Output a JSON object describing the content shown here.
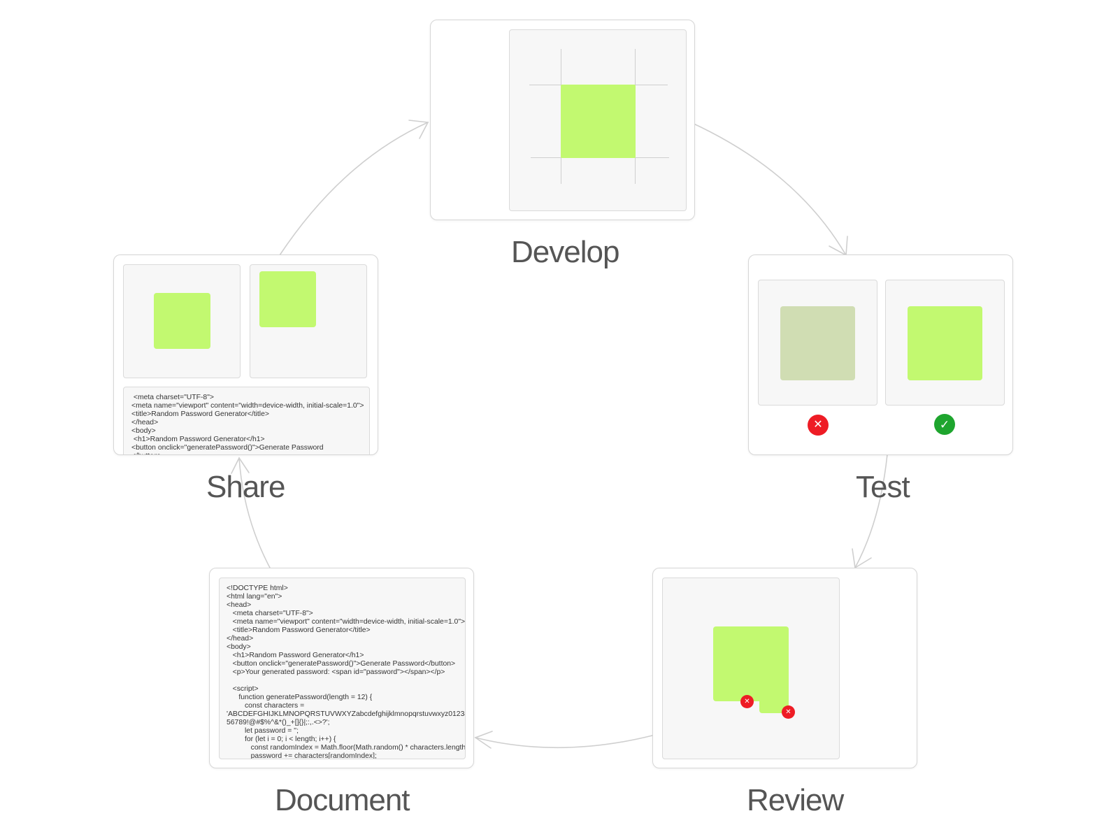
{
  "stages": {
    "develop": {
      "label": "Develop"
    },
    "test": {
      "label": "Test"
    },
    "review": {
      "label": "Review"
    },
    "document": {
      "label": "Document"
    },
    "share": {
      "label": "Share"
    }
  },
  "code_snippets": {
    "document": "<!DOCTYPE html>\n<html lang=\"en\">\n<head>\n   <meta charset=\"UTF-8\">\n   <meta name=\"viewport\" content=\"width=device-width, initial-scale=1.0\">\n   <title>Random Password Generator</title>\n</head>\n<body>\n   <h1>Random Password Generator</h1>\n   <button onclick=\"generatePassword()\">Generate Password</button>\n   <p>Your generated password: <span id=\"password\"></span></p>\n\n   <script>\n      function generatePassword(length = 12) {\n         const characters =\n'ABCDEFGHIJKLMNOPQRSTUVWXYZabcdefghijklmnopqrstuvwxyz01234\n56789!@#$%^&*()_+[]{}|;:,.<>?';\n         let password = '';\n         for (let i = 0; i < length; i++) {\n            const randomIndex = Math.floor(Math.random() * characters.length);\n            password += characters[randomIndex];",
    "share": " <meta charset=\"UTF-8\">\n<meta name=\"viewport\" content=\"width=device-width, initial-scale=1.0\">\n<title>Random Password Generator</title>\n</head>\n<body>\n <h1>Random Password Generator</h1>\n<button onclick=\"generatePassword()\">Generate Password\n</button>\n<p>Your generated password: <span id=\"password\"></span></p>"
  },
  "colors": {
    "accent_green": "#c2f970",
    "muted_green": "#d0ddb3",
    "error_red": "#ee1c25",
    "success_green": "#1ea52e",
    "card_border": "#d6d6d6",
    "pane_bg": "#f7f7f7"
  },
  "icons": {
    "fail": "x-circle-icon",
    "pass": "check-circle-icon",
    "error_marker": "x-circle-icon"
  }
}
